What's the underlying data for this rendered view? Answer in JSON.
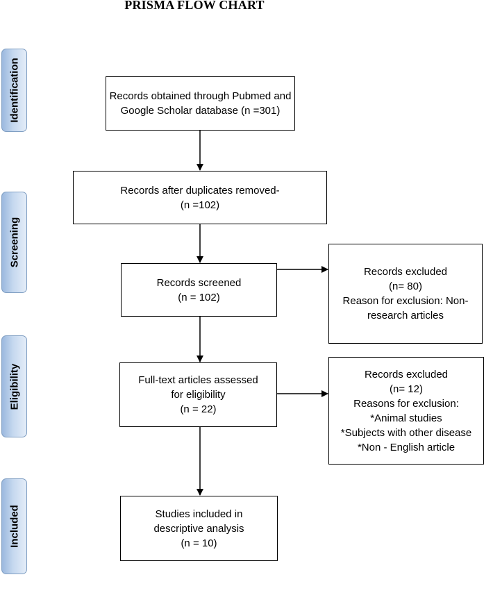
{
  "title": "PRISMA FLOW CHART",
  "stages": {
    "identification": "Identification",
    "screening": "Screening",
    "eligibility": "Eligibility",
    "included": "Included"
  },
  "boxes": {
    "records_obtained": {
      "lines": [
        "Records obtained through Pubmed and",
        "Google Scholar database (n =301)"
      ]
    },
    "duplicates_removed": {
      "lines": [
        "Records after duplicates removed-",
        "(n =102)"
      ]
    },
    "records_screened": {
      "lines": [
        "Records screened",
        "(n = 102)"
      ]
    },
    "excluded_screening": {
      "lines": [
        "Records excluded",
        "(n= 80)",
        "Reason for exclusion: Non-",
        "research articles"
      ]
    },
    "fulltext_assessed": {
      "lines": [
        "Full-text articles assessed",
        "for eligibility",
        "(n = 22)"
      ]
    },
    "excluded_eligibility": {
      "lines": [
        "Records excluded",
        "(n= 12)",
        "Reasons for exclusion:",
        "*Animal studies",
        "*Subjects with other disease",
        "*Non - English article"
      ]
    },
    "studies_included": {
      "lines": [
        "Studies included in",
        "descriptive analysis",
        "(n = 10)"
      ]
    }
  }
}
